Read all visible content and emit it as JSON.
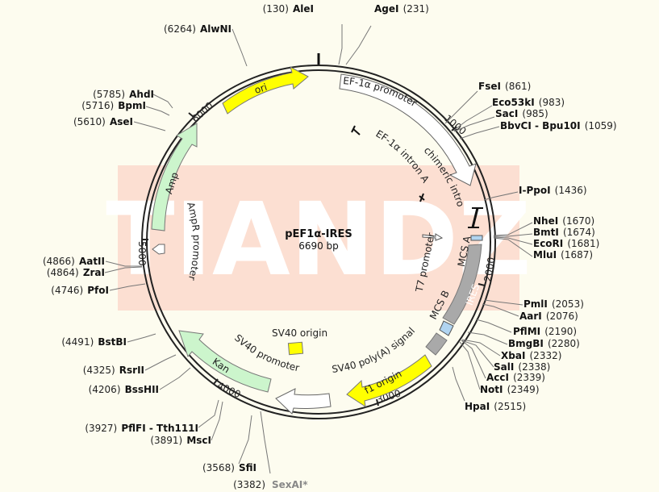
{
  "plasmid": {
    "name": "pEF1α-IRES",
    "size": "6690 bp"
  },
  "watermark": "TIANDZ",
  "colors": {
    "background": "#fdfcef",
    "yellow": "#ffff00",
    "green": "#ccf5cc",
    "gray": "#a9a9a9",
    "blue": "#b0d4f0"
  },
  "features": {
    "ori": "ori",
    "ef1a_promoter": "EF-1α promoter",
    "ef1a_intron": "EF-1α intron A",
    "chimeric_intron": "chimeric intron",
    "t7_promoter": "T7 promoter",
    "mcs_a": "MCS A",
    "ires": "IRES",
    "mcs_b": "MCS B",
    "sv40_polya": "SV40 poly(A) signal",
    "f1_origin": "f1 origin",
    "sv40_promoter": "SV40 promoter",
    "sv40_origin": "SV40 origin",
    "kan": "Kan",
    "amp": "Amp",
    "ampr_promoter": "AmpR promoter"
  },
  "ticks": [
    "1000",
    "2000",
    "3000",
    "4000",
    "5000",
    "6000"
  ],
  "sites": [
    {
      "name": "AleI",
      "pos": "(130)"
    },
    {
      "name": "AgeI",
      "pos": "(231)"
    },
    {
      "name": "FseI",
      "pos": "(861)"
    },
    {
      "name": "Eco53kI",
      "pos": "(983)"
    },
    {
      "name": "SacI",
      "pos": "(985)"
    },
    {
      "name": "BbvCI - Bpu10I",
      "pos": "(1059)"
    },
    {
      "name": "I-PpoI",
      "pos": "(1436)"
    },
    {
      "name": "NheI",
      "pos": "(1670)"
    },
    {
      "name": "BmtI",
      "pos": "(1674)"
    },
    {
      "name": "EcoRI",
      "pos": "(1681)"
    },
    {
      "name": "MluI",
      "pos": "(1687)"
    },
    {
      "name": "PmlI",
      "pos": "(2053)"
    },
    {
      "name": "AarI",
      "pos": "(2076)"
    },
    {
      "name": "PflMI",
      "pos": "(2190)"
    },
    {
      "name": "BmgBI",
      "pos": "(2280)"
    },
    {
      "name": "XbaI",
      "pos": "(2332)"
    },
    {
      "name": "SalI",
      "pos": "(2338)"
    },
    {
      "name": "AccI",
      "pos": "(2339)"
    },
    {
      "name": "NotI",
      "pos": "(2349)"
    },
    {
      "name": "HpaI",
      "pos": "(2515)"
    },
    {
      "name": "SexAI*",
      "pos": "(3382)"
    },
    {
      "name": "SfiI",
      "pos": "(3568)"
    },
    {
      "name": "MscI",
      "pos": "(3891)"
    },
    {
      "name": "PflFI - Tth111I",
      "pos": "(3927)"
    },
    {
      "name": "BssHII",
      "pos": "(4206)"
    },
    {
      "name": "RsrII",
      "pos": "(4325)"
    },
    {
      "name": "BstBI",
      "pos": "(4491)"
    },
    {
      "name": "PfoI",
      "pos": "(4746)"
    },
    {
      "name": "ZraI",
      "pos": "(4864)"
    },
    {
      "name": "AatII",
      "pos": "(4866)"
    },
    {
      "name": "AseI",
      "pos": "(5610)"
    },
    {
      "name": "BpmI",
      "pos": "(5716)"
    },
    {
      "name": "AhdI",
      "pos": "(5785)"
    },
    {
      "name": "AlwNI",
      "pos": "(6264)"
    }
  ]
}
